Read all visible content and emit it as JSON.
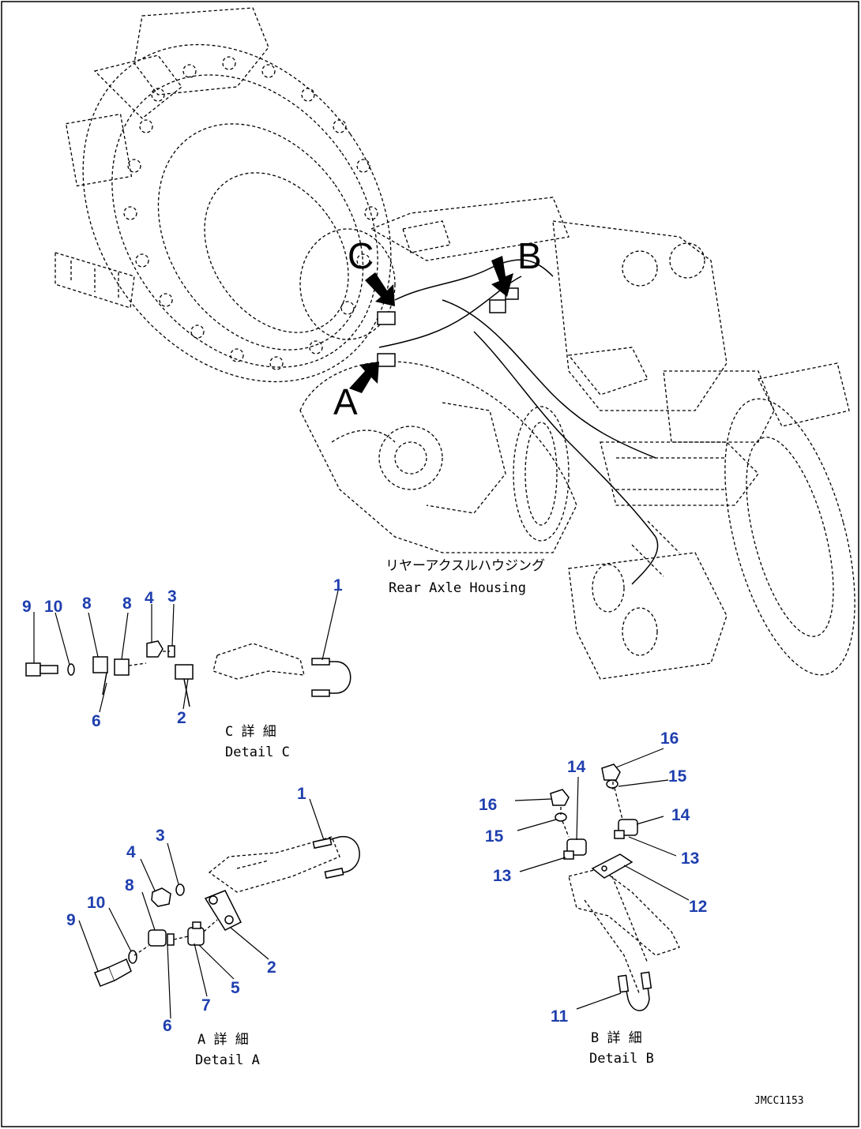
{
  "view_labels": {
    "a": "A",
    "b": "B",
    "c": "C"
  },
  "housing_caption": {
    "jp": "リヤーアクスルハウジング",
    "en": "Rear Axle Housing"
  },
  "details": {
    "c": {
      "jp": "C 詳 細",
      "en": "Detail C"
    },
    "a": {
      "jp": "A 詳 細",
      "en": "Detail A"
    },
    "b": {
      "jp": "B 詳 細",
      "en": "Detail B"
    }
  },
  "drawing_code": "JMCC1153",
  "colors": {
    "callout": "#1f3fae",
    "line": "#000000",
    "background": "#ffffff"
  },
  "callouts": {
    "c_9": "9",
    "c_10": "10",
    "c_8a": "8",
    "c_8b": "8",
    "c_4": "4",
    "c_3": "3",
    "c_1": "1",
    "c_6": "6",
    "c_2": "2",
    "a_1": "1",
    "a_3": "3",
    "a_4": "4",
    "a_8": "8",
    "a_10": "10",
    "a_9": "9",
    "a_2": "2",
    "a_5": "5",
    "a_7": "7",
    "a_6": "6",
    "b_16a": "16",
    "b_16b": "16",
    "b_14a": "14",
    "b_14b": "14",
    "b_15a": "15",
    "b_15b": "15",
    "b_13a": "13",
    "b_13b": "13",
    "b_12": "12",
    "b_11": "11"
  }
}
